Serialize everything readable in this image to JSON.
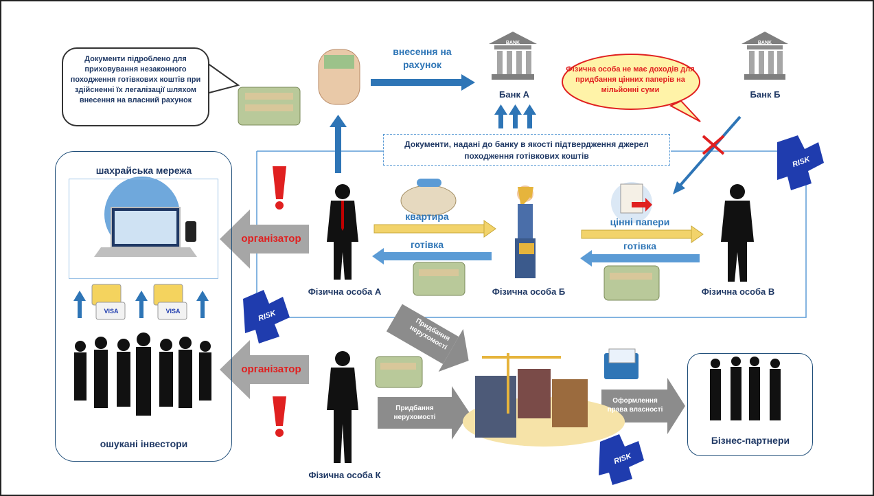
{
  "bubble_text": "Документи підроблено для приховування незаконного походження готівкових коштів при здійсненні їх легалізації шляхом внесення на власний рахунок",
  "deposit_label": "внесення на рахунок",
  "bank_a": "Банк А",
  "bank_b": "Банк Б",
  "bank_sign": "BANK",
  "red_callout": "Фізична особа не має доходів для придбання цінних паперів на мільйонні суми",
  "docs_box": "Документи, надані до банку в якості підтвердження джерел походження готівкових коштів",
  "fraud_network": "шахрайська мережа",
  "organizer": "організатор",
  "apartment": "квартира",
  "cash": "готівка",
  "securities": "цінні папери",
  "person_a": "Фізична особа А",
  "person_b": "Фізична особа Б",
  "person_v": "Фізична особа В",
  "person_k": "Фізична особа К",
  "deceived_investors": "ошукані інвестори",
  "real_estate_purchase": "Придбання нерухомості",
  "ownership_registration": "Оформлення права власності",
  "business_partners": "Бізнес-партнери",
  "risk": "RISK",
  "card_visa": "VISA",
  "colors": {
    "blue_arrow": "#2e75b6",
    "yellow_arrow": "#f2d36b",
    "gray_arrow": "#a6a6a6",
    "red": "#e02020",
    "navy": "#1f3864",
    "puzzle": "#1f3cae"
  }
}
